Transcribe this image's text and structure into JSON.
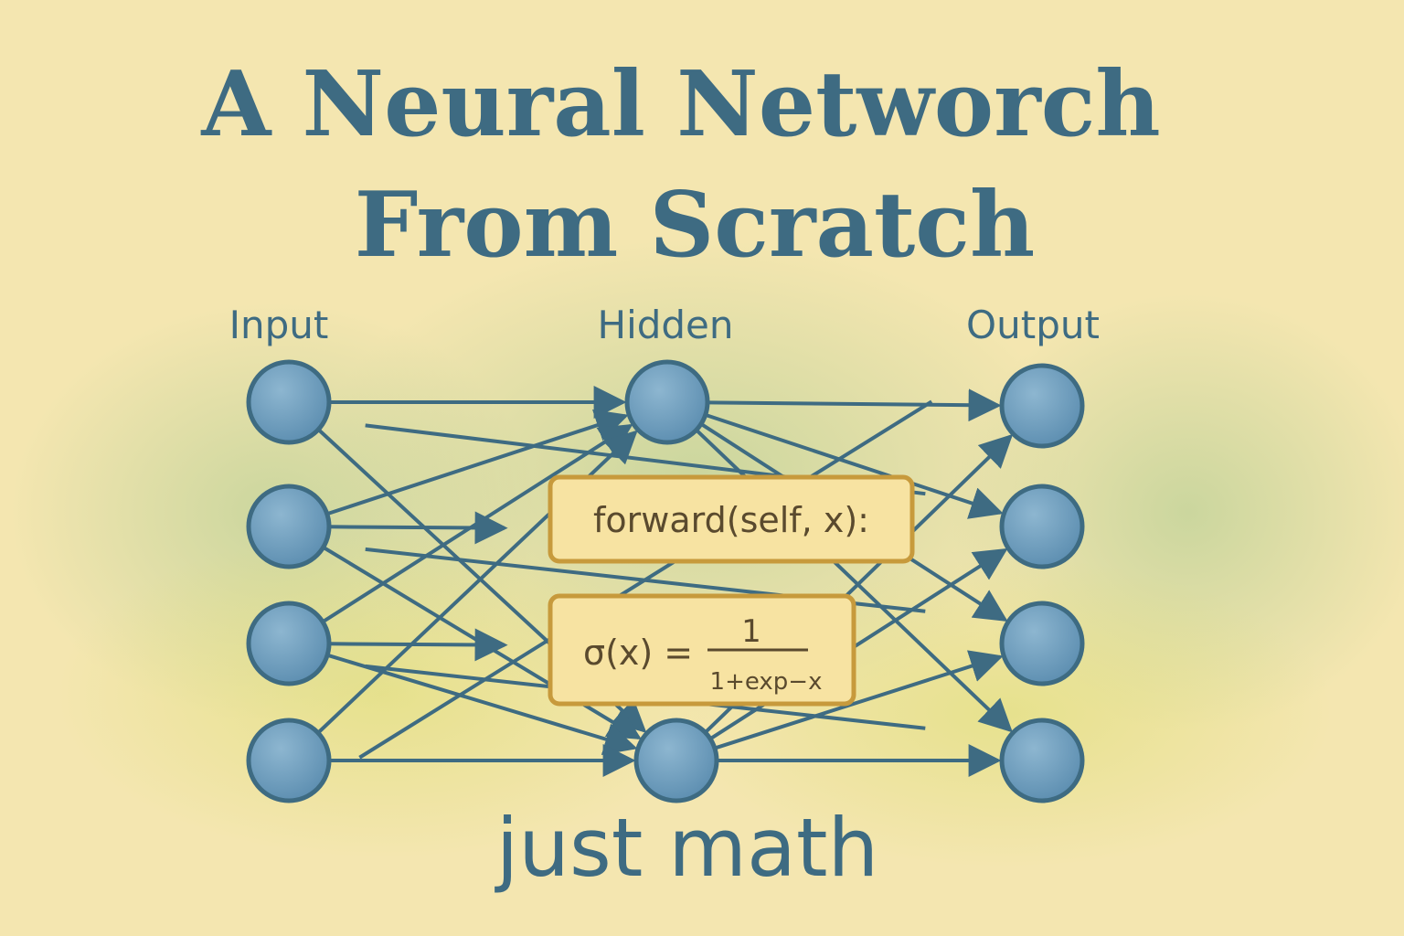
{
  "title": {
    "line1": "A Neural Networch",
    "line2": "From Scratch"
  },
  "layers": {
    "input": "Input",
    "hidden": "Hidden",
    "output": "Output"
  },
  "code_box": {
    "text": "forward(self, x):"
  },
  "formula_box": {
    "lhs": "σ(x) =",
    "numerator": "1",
    "denominator": "1+exp−x"
  },
  "footer": "just math",
  "colors": {
    "background": "#f4e6b0",
    "ink": "#3e6b82",
    "node_fill": "#6b9cbc",
    "box_fill": "#f7e3a2",
    "box_border": "#c79a3c"
  }
}
